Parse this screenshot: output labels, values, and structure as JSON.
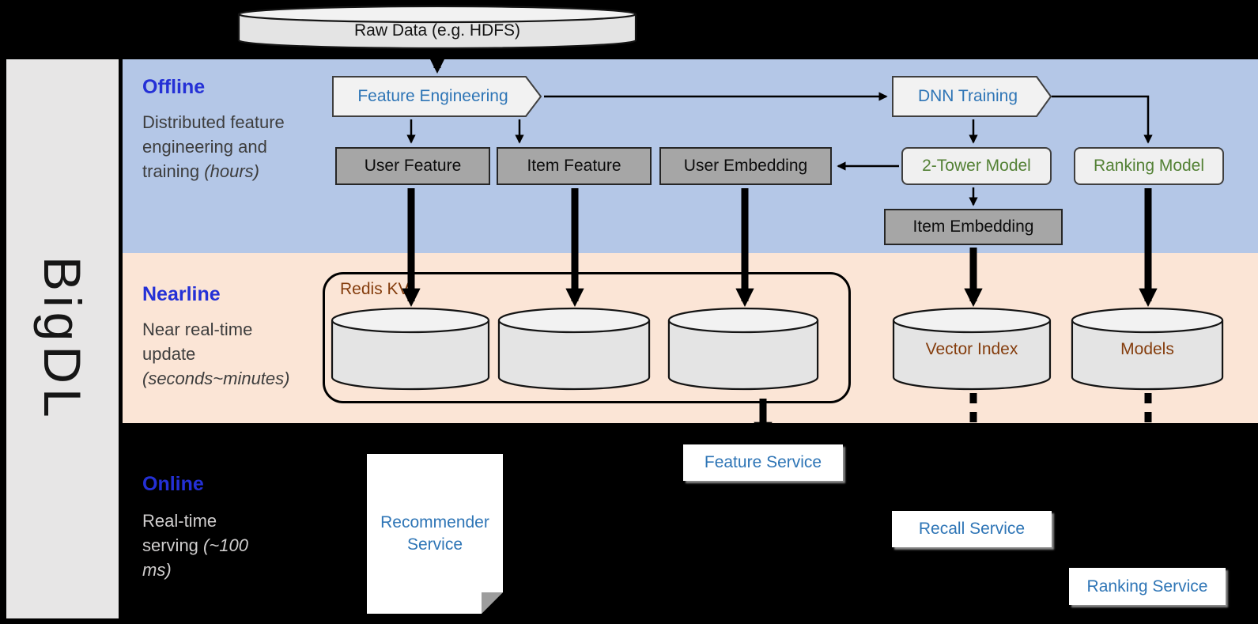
{
  "brand": {
    "label": "BigDL"
  },
  "source": {
    "label": "Raw Data (e.g. HDFS)"
  },
  "bands": {
    "offline": {
      "label": "Offline",
      "desc": "Distributed feature engineering and training",
      "desc_note": "(hours)"
    },
    "nearline": {
      "label": "Nearline",
      "desc": "Near real-time update",
      "desc_note": "(seconds~minutes)"
    },
    "online": {
      "label": "Online",
      "desc": "Real-time serving",
      "desc_note": "(~100 ms)"
    }
  },
  "nodes": {
    "feature_engineering": {
      "label": "Feature Engineering"
    },
    "dnn_training": {
      "label": "DNN Training"
    },
    "user_feature": {
      "label": "User Feature"
    },
    "item_feature": {
      "label": "Item Feature"
    },
    "user_embedding": {
      "label": "User Embedding"
    },
    "two_tower_model": {
      "label": "2-Tower Model"
    },
    "ranking_model": {
      "label": "Ranking Model"
    },
    "item_embedding": {
      "label": "Item Embedding"
    },
    "redis_kv": {
      "label": "Redis KV"
    },
    "vector_index": {
      "label": "Vector Index"
    },
    "models": {
      "label": "Models"
    },
    "feature_service": {
      "label": "Feature Service"
    },
    "recommender_service": {
      "label": "Recommender Service"
    },
    "recall_service": {
      "label": "Recall Service"
    },
    "ranking_service": {
      "label": "Ranking Service"
    }
  },
  "colors": {
    "background": "#000000",
    "offline_band": "#b4c7e7",
    "nearline_band": "#fbe5d6",
    "band_label_blue": "#2430d6",
    "node_text_blue": "#2e75b6",
    "model_text_green": "#538135",
    "store_text_brown": "#843c0c",
    "dark_box_gray": "#a6a6a6",
    "sidebar_gray": "#e7e6e6"
  }
}
